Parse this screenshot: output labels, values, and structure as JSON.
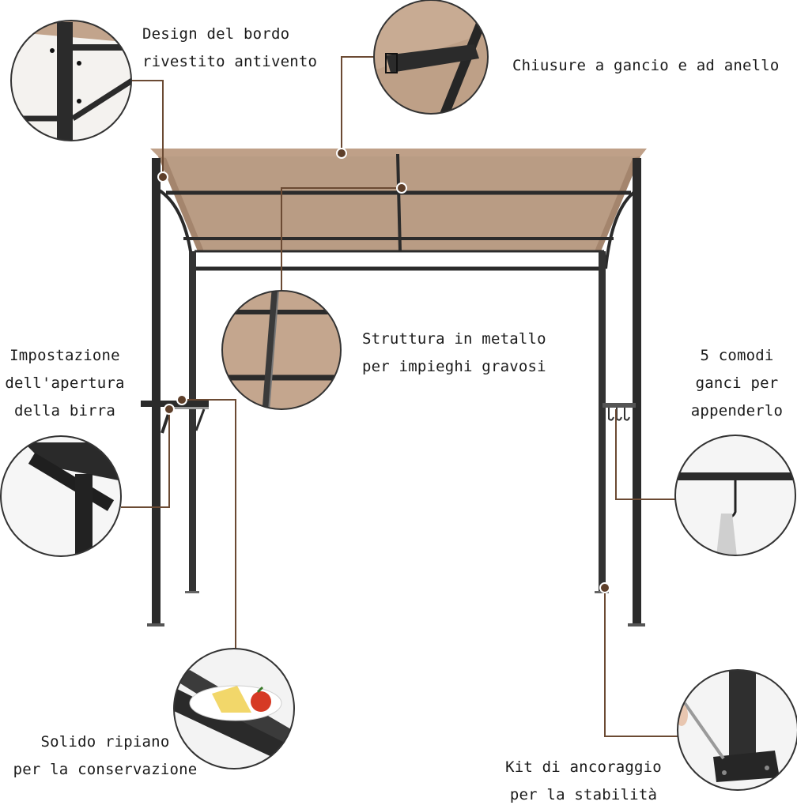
{
  "colors": {
    "canopy": "#bfa088",
    "canopy_dark": "#9c7e68",
    "frame": "#2b2b2b",
    "leader": "#6b4a33",
    "dot": "#5e3f2a",
    "bubble_border": "#333333"
  },
  "features": {
    "wind_edge": {
      "lines": [
        "Design del bordo",
        "rivestito antivento"
      ],
      "icon": "edge-detail-photo"
    },
    "hook_loop": {
      "lines": [
        "Chiusure a gancio e ad anello"
      ],
      "icon": "velcro-strap-photo"
    },
    "metal_frame": {
      "lines": [
        "Struttura in metallo",
        "per impieghi gravosi"
      ],
      "icon": "frame-joint-photo"
    },
    "bottle_opener": {
      "lines": [
        "Impostazione",
        "dell'apertura",
        "della birra"
      ],
      "icon": "bottle-opener-photo"
    },
    "hooks": {
      "lines": [
        "5 comodi",
        "ganci per",
        "appenderlo"
      ],
      "icon": "hook-photo"
    },
    "shelf": {
      "lines": [
        "Solido ripiano",
        "per la conservazione"
      ],
      "icon": "shelf-plate-photo"
    },
    "anchor_kit": {
      "lines": [
        "Kit di ancoraggio",
        "per la stabilità"
      ],
      "icon": "anchor-plate-photo"
    }
  }
}
